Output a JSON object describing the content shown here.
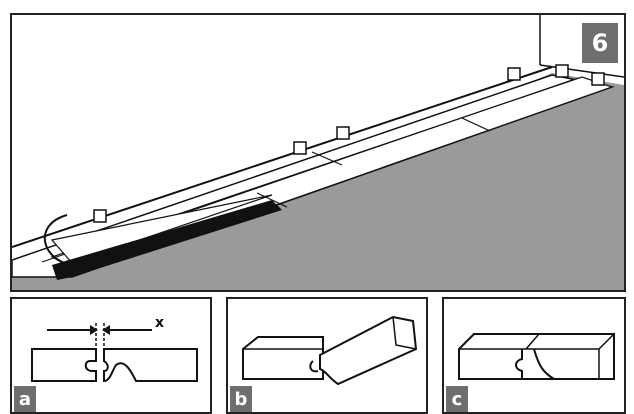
{
  "main_panel": {
    "step_number": "6"
  },
  "detail_panels": [
    {
      "label": "a",
      "gap_label": "x"
    },
    {
      "label": "b"
    },
    {
      "label": "c"
    }
  ],
  "colors": {
    "floor": "#9a9a9a",
    "plank": "#ffffff",
    "outline": "#111111",
    "badge": "#6e6e6e"
  }
}
